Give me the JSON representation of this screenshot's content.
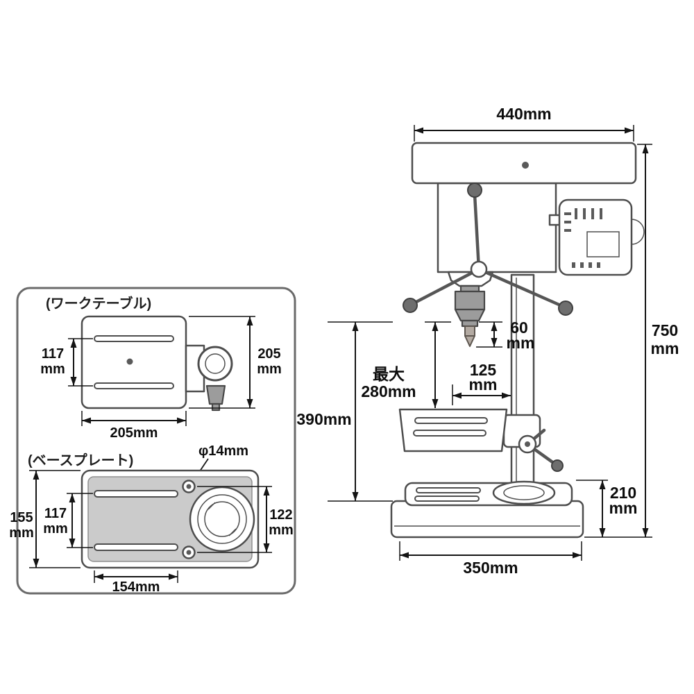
{
  "page": {
    "background": "#ffffff"
  },
  "colors": {
    "line": "#4d4d4d",
    "dimension": "#141414",
    "plate_gray": "#cbcbcb",
    "metal_gray": "#9c9c9c"
  },
  "main_view": {
    "dims": {
      "head_width": "440mm",
      "overall_height_value": "750",
      "overall_height_unit": "mm",
      "stroke_value": "60",
      "stroke_unit": "mm",
      "max_prefix": "最大",
      "max_value": "280mm",
      "throat_value": "125",
      "throat_unit": "mm",
      "table_travel": "390mm",
      "base_height_value": "210",
      "base_height_unit": "mm",
      "base_width": "350mm"
    }
  },
  "inset": {
    "worktable": {
      "caption": "(ワークテーブル)",
      "slot_pitch_value": "117",
      "slot_pitch_unit": "mm",
      "depth_value": "205",
      "depth_unit": "mm",
      "width": "205mm"
    },
    "baseplate": {
      "caption": "(ベースプレート)",
      "hole_diameter": "φ14mm",
      "height_value": "155",
      "height_unit": "mm",
      "slot_pitch_value": "117",
      "slot_pitch_unit": "mm",
      "hole_pitch_value": "122",
      "hole_pitch_unit": "mm",
      "slot_length": "154mm"
    }
  }
}
